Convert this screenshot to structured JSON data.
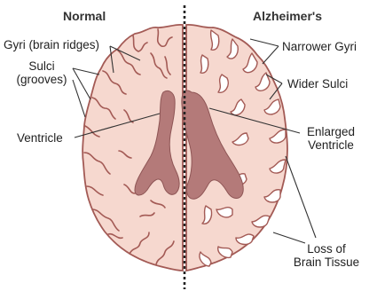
{
  "headings": {
    "left": "Normal",
    "right": "Alzheimer's"
  },
  "labels": {
    "gyri": "Gyri (brain ridges)",
    "sulci_line1": "Sulci",
    "sulci_line2": "(grooves)",
    "ventricle": "Ventricle",
    "narrower_gyri": "Narrower Gyri",
    "wider_sulci": "Wider Sulci",
    "enlarged_line1": "Enlarged",
    "enlarged_line2": "Ventricle",
    "loss_line1": "Loss of",
    "loss_line2": "Brain Tissue"
  },
  "colors": {
    "tissue": "#f6d8cf",
    "outline": "#a35a55",
    "ventricle": "#b47a79",
    "ventricle_dark": "#8e5555",
    "divider": "#222222",
    "leader": "#333333",
    "text": "#1f1f1f"
  }
}
